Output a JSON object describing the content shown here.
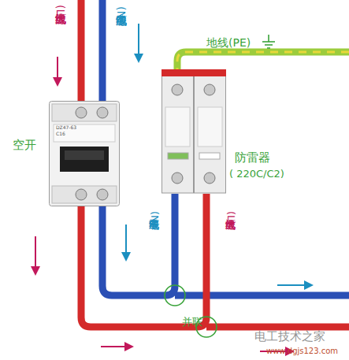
{
  "diagram": {
    "nodes": [
      {
        "text": [
          "空开"
        ]
      },
      {
        "text": [
          "防雷器",
          "( 220C/C2)"
        ]
      }
    ],
    "edges": [
      {
        "from": 0,
        "to": 1,
        "arrow": "none"
      },
      {
        "from": 0,
        "to": 1,
        "arrow": "none"
      }
    ],
    "labels": [
      "电源线火线(L)",
      "电源线零线(N)",
      "地线(PE)",
      "DZ47-63",
      "C16",
      "电源线零线(N)",
      "电源线火线(L)",
      "并联",
      "电工技术之家",
      "www.dgjs123.com"
    ]
  }
}
